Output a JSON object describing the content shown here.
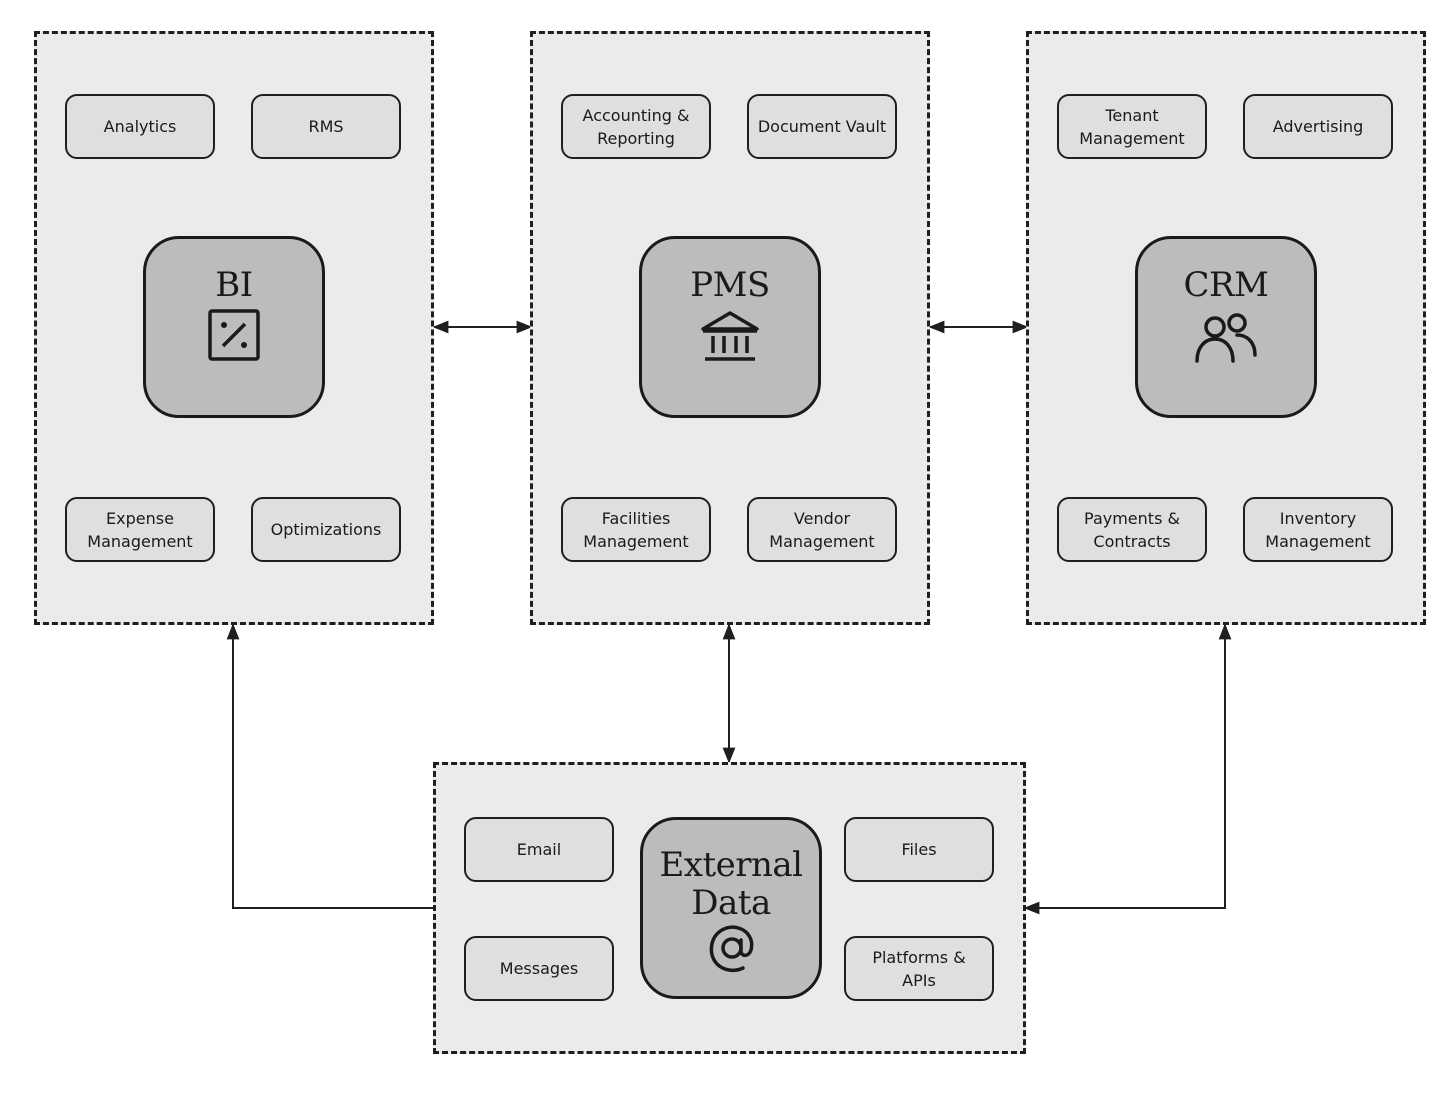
{
  "bi": {
    "title": "BI",
    "icon": "percent-square-icon",
    "items": [
      "Analytics",
      "RMS",
      "Expense Management",
      "Optimizations"
    ]
  },
  "pms": {
    "title": "PMS",
    "icon": "bank-building-icon",
    "items": [
      "Accounting & Reporting",
      "Document Vault",
      "Facilities Management",
      "Vendor Management"
    ]
  },
  "crm": {
    "title": "CRM",
    "icon": "users-icon",
    "items": [
      "Tenant Management",
      "Advertising",
      "Payments & Contracts",
      "Inventory Management"
    ]
  },
  "external": {
    "title": "External Data",
    "icon": "at-sign-icon",
    "items": [
      "Email",
      "Files",
      "Messages",
      "Platforms & APIs"
    ]
  },
  "colors": {
    "group_fill": "#ebebeb",
    "pill_fill": "#dfdfdf",
    "hub_fill": "#bdbcbc",
    "stroke": "#1f1f1f"
  }
}
